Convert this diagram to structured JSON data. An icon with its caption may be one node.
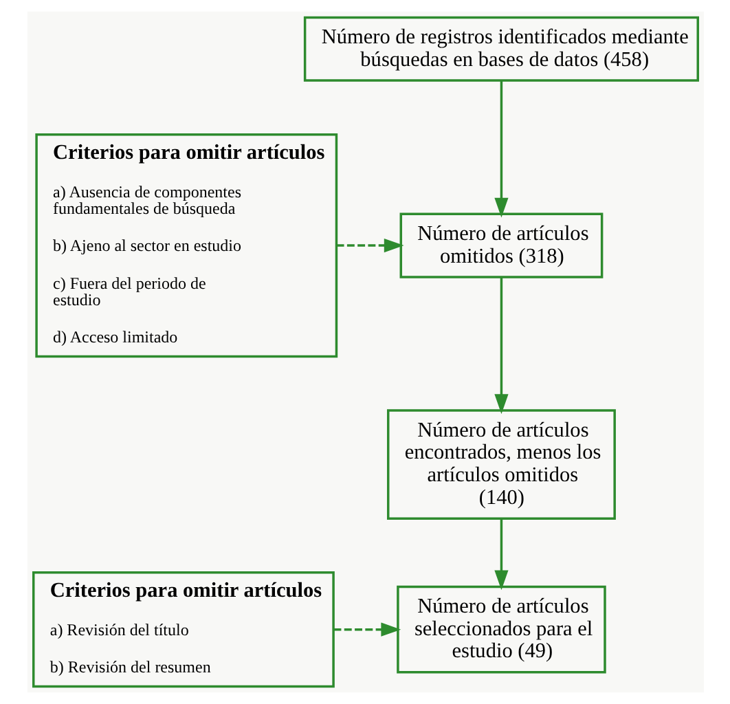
{
  "diagram": {
    "nodes": [
      {
        "text": [
          "Número de registros identificados mediante búsquedas en bases de datos (458)"
        ]
      },
      {
        "text": [
          "Número de artículos omitidos (318)"
        ]
      },
      {
        "text": [
          "Criterios para omitir artículos",
          "a) Ausencia de componentes fundamentales de búsqueda",
          "b) Ajeno al sector en estudio",
          "c) Fuera del periodo de estudio",
          "d) Acceso limitado"
        ]
      },
      {
        "text": [
          "Número de artículos encontrados, menos los artículos omitidos (140)"
        ]
      },
      {
        "text": [
          "Número de artículos seleccionados para el estudio (49)"
        ]
      },
      {
        "text": [
          "Criterios para omitir artículos",
          "a) Revisión del título",
          "b) Revisión del resumen"
        ]
      }
    ],
    "edges": [
      {
        "from": 0,
        "to": 1,
        "arrow": "to"
      },
      {
        "from": 2,
        "to": 1,
        "arrow": "to",
        "style": "dashed"
      },
      {
        "from": 1,
        "to": 3,
        "arrow": "to"
      },
      {
        "from": 3,
        "to": 4,
        "arrow": "to"
      },
      {
        "from": 5,
        "to": 4,
        "arrow": "to",
        "style": "dashed"
      }
    ]
  }
}
